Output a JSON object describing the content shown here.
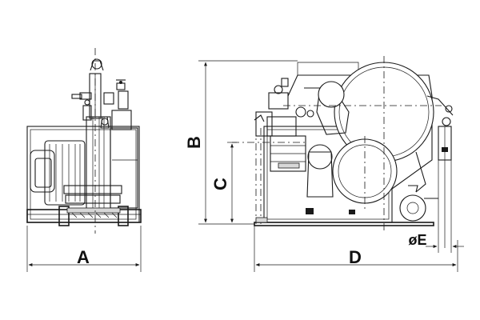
{
  "views": {
    "front": {
      "name": "front-elevation-view"
    },
    "side": {
      "name": "side-elevation-view"
    }
  },
  "dimensions": {
    "A": {
      "label": "A"
    },
    "B": {
      "label": "B"
    },
    "C": {
      "label": "C"
    },
    "D": {
      "label": "D"
    },
    "E": {
      "label": "øE"
    }
  },
  "colors": {
    "line": "#1a1a1a",
    "background": "#ffffff"
  }
}
